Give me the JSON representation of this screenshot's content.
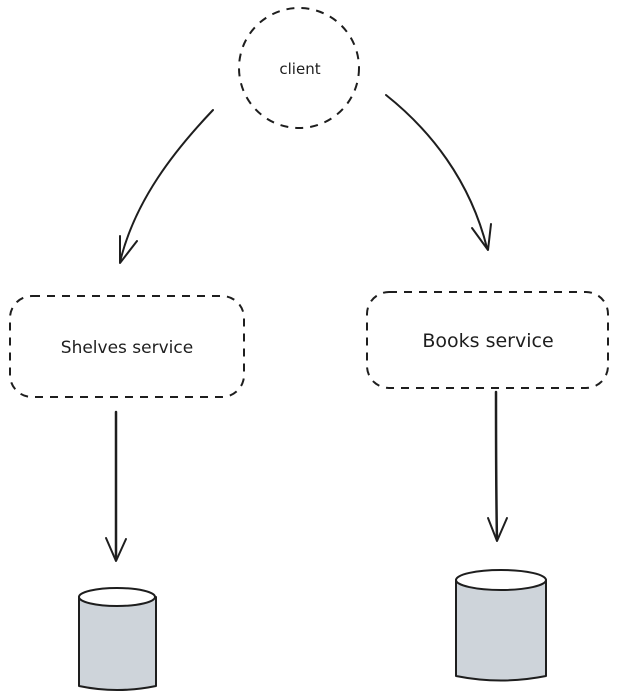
{
  "nodes": {
    "client": {
      "label": "client"
    },
    "shelves_service": {
      "label": "Shelves service"
    },
    "books_service": {
      "label": "Books service"
    }
  },
  "colors": {
    "stroke": "#1e1e1e",
    "database_fill": "#ced4da",
    "background": "#ffffff"
  },
  "icons": {
    "database_left": "database-icon",
    "database_right": "database-icon"
  }
}
